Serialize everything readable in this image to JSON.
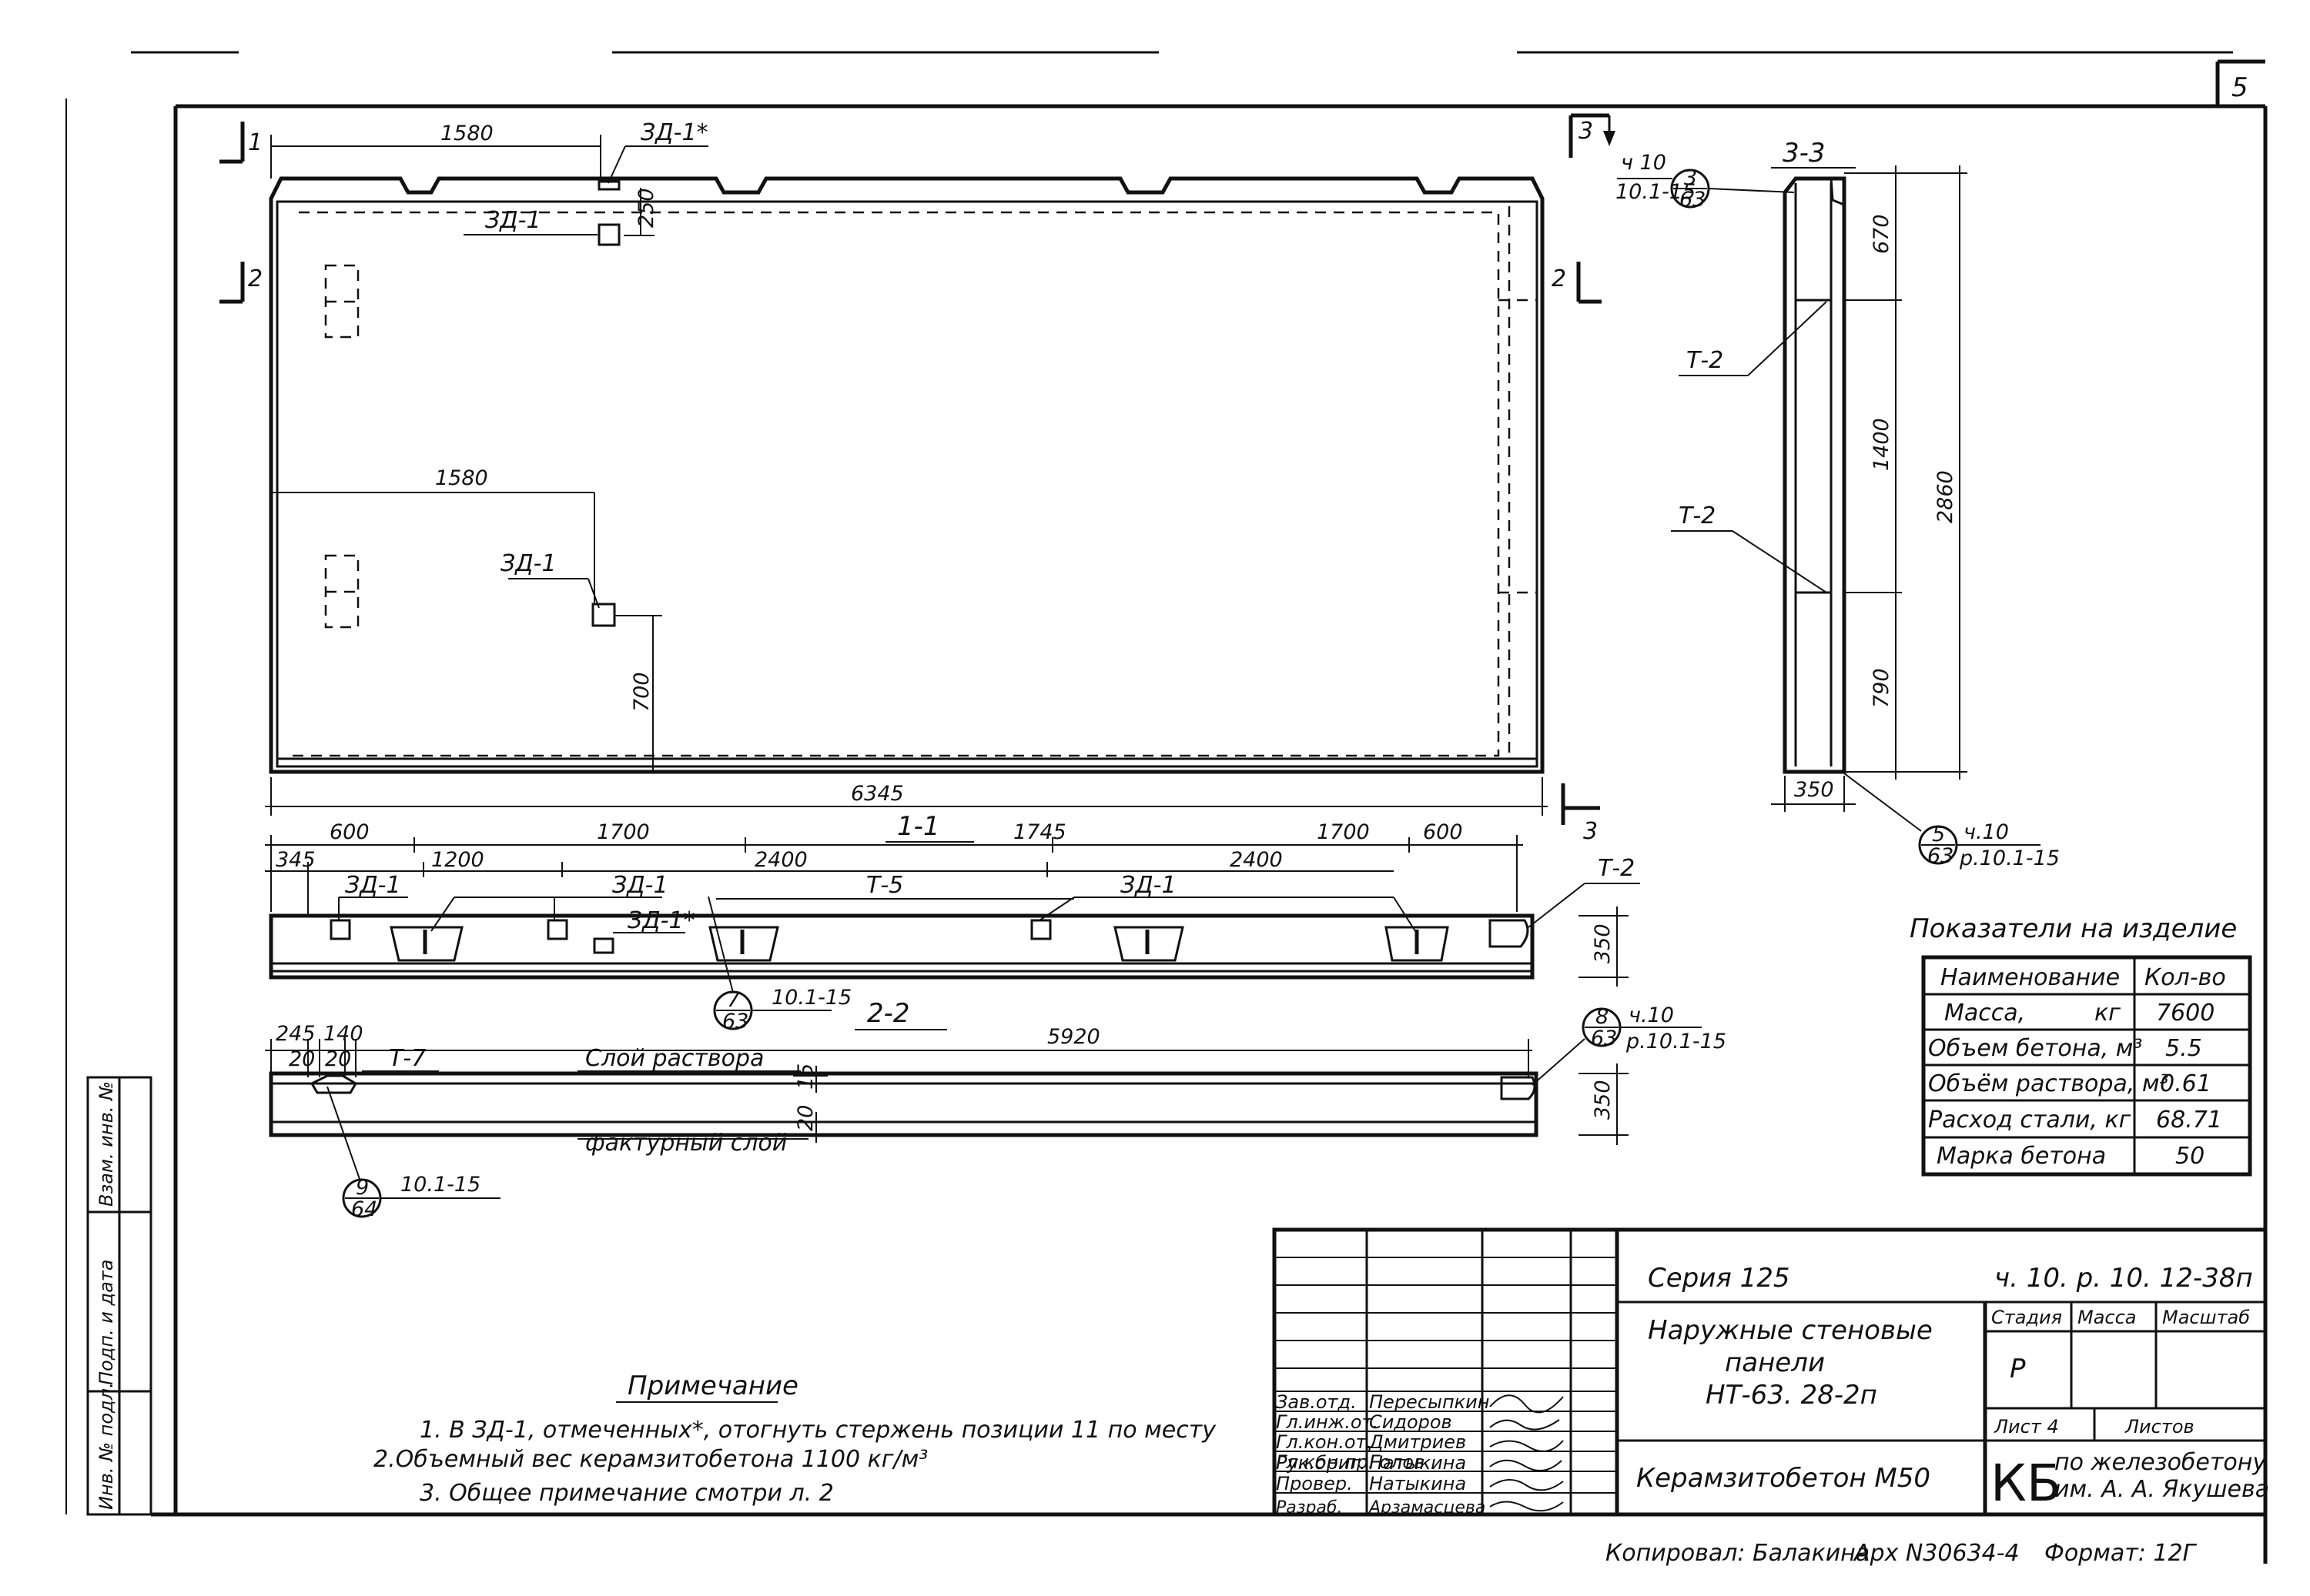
{
  "sheet": {
    "number": "5"
  },
  "elevation": {
    "dim_top_1580": "1580",
    "dim_mid_1580": "1580",
    "dim_250": "250",
    "dim_700": "700",
    "dim_6345": "6345",
    "zd_star": "ЗД-1*",
    "zd_top": "ЗД-1",
    "zd_mid": "ЗД-1",
    "cut1_num": "1",
    "cut2_num": "2",
    "cut2_num_right": "2",
    "cut3_num": "3",
    "cut3_num_bottom": "3"
  },
  "section11": {
    "title": "1-1",
    "dims_top": [
      "600",
      "1700",
      "1745",
      "1700",
      "600"
    ],
    "dims_second": [
      "345",
      "1200",
      "2400",
      "2400"
    ],
    "labels": {
      "zd1_a": "ЗД-1",
      "zd1_b": "ЗД-1",
      "zd1_star": "ЗД-1*",
      "zd1_c": "ЗД-1",
      "t5": "Т-5",
      "t2": "Т-2"
    },
    "dim_350": "350",
    "callout": {
      "num": "7",
      "sheet": "63",
      "ref": "10.1-15"
    }
  },
  "section22": {
    "title": "2-2",
    "dims": {
      "d245": "245",
      "d140": "140",
      "d20a": "20",
      "d20b": "20",
      "d5920": "5920",
      "d15": "15",
      "d20c": "20",
      "d350": "350"
    },
    "labels": {
      "t7": "Т-7",
      "mortar": "Слой раствора",
      "facing": "фактурный слой"
    },
    "callout_left": {
      "num": "9",
      "sheet": "64",
      "ref": "10.1-15"
    },
    "callout_right": {
      "num": "8",
      "sheet": "63",
      "ref1": "ч.10",
      "ref2": "р.10.1-15"
    }
  },
  "section33": {
    "title": "3-3",
    "callout_top": {
      "num": "3",
      "sheet": "63",
      "ref1": "ч 10",
      "ref2": "10.1-15"
    },
    "dims": {
      "d670": "670",
      "d1400": "1400",
      "d790": "790",
      "d2860": "2860",
      "d350": "350"
    },
    "labels": {
      "t2a": "Т-2",
      "t2b": "Т-2"
    },
    "callout_bottom": {
      "num": "5",
      "sheet": "63",
      "ref1": "ч.10",
      "ref2": "р.10.1-15"
    }
  },
  "indicators": {
    "title": "Показатели на изделие",
    "headers": [
      "Наименование",
      "Кол-во"
    ],
    "rows": [
      {
        "name": "Масса,",
        "unit": "кг",
        "value": "7600"
      },
      {
        "name": "Объем бетона, м³",
        "unit": "",
        "value": "5.5"
      },
      {
        "name": "Объём раствора, м³",
        "unit": "",
        "value": "0.61"
      },
      {
        "name": "Расход стали, кг",
        "unit": "",
        "value": "68.71"
      },
      {
        "name": "Марка бетона",
        "unit": "",
        "value": "50"
      }
    ]
  },
  "notes": {
    "title": "Примечание",
    "lines": [
      "1. В ЗД-1, отмеченных*, отогнуть стержень позиции 11 по месту",
      "2.Объемный вес керамзитобетона  1100 кг/м³",
      "3. Общее примечание  смотри  л. 2"
    ]
  },
  "left_strip": {
    "labels": [
      "Инв. № подл.",
      "Подп. и дата",
      "Взам. инв. №"
    ]
  },
  "title_block": {
    "roles": [
      "Зав.отд.",
      "Гл.инж.от.",
      "Гл.кон.от.",
      "Гл.кон.пр.",
      "Рук.бриг.",
      "Провер.",
      "Разраб."
    ],
    "names": [
      "Пересыпкин",
      "Сидоров",
      "Дмитриев",
      "Голов",
      "Натыкина",
      "Натыкина",
      "Арзамасцева"
    ],
    "series": "Серия 125",
    "code": "ч. 10. р. 10. 12-38п",
    "description": [
      "Наружные  стеновые",
      "панели",
      "НТ-63. 28-2п"
    ],
    "material": "Керамзитобетон   М50",
    "stage_headers": [
      "Стадия",
      "Масса",
      "Масштаб"
    ],
    "stage": "Р",
    "sheet_label": "Лист 4",
    "sheets_label": "Листов",
    "org_mark": "КБ",
    "org_name": [
      "по железобетону",
      "им. А. А. Якушева"
    ],
    "copied": "Копировал: Балакина",
    "archive": "Арх N30634-4",
    "format": "Формат: 12Г"
  }
}
